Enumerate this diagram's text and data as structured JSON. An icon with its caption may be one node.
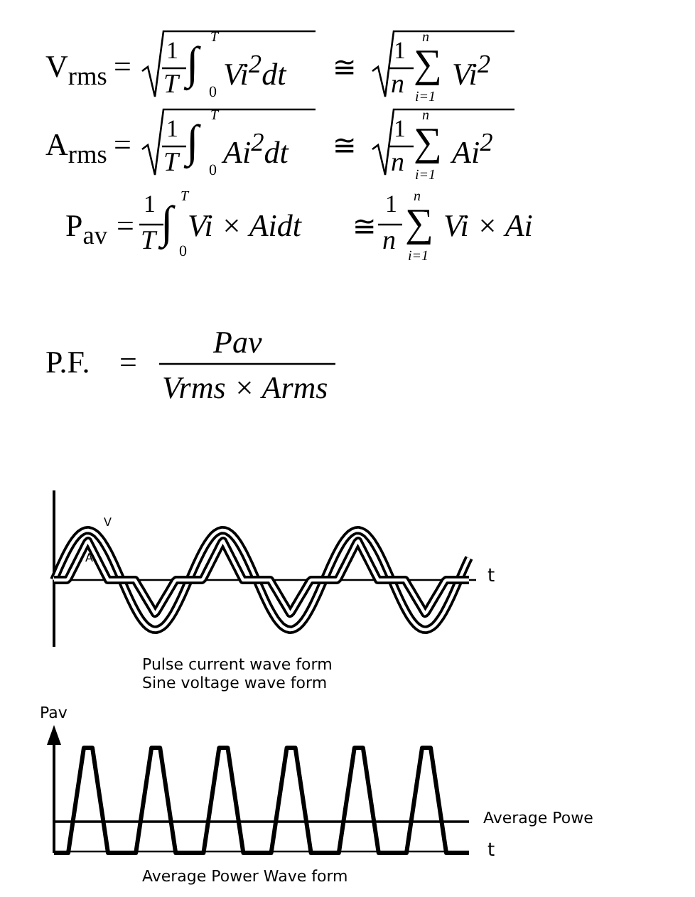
{
  "diagram": {
    "labels": [
      "V$_{rms}$",
      "=",
      "1",
      "T",
      "∫",
      "T",
      "0",
      "Vi$^{2}$dt",
      "≅",
      "1",
      "n",
      "∑",
      "n",
      "i=1",
      "Vi$^{2}$",
      "A$_{rms}$",
      "=",
      "1",
      "T",
      "∫",
      "T",
      "0",
      "Ai$^{2}$dt",
      "≅",
      "1",
      "n",
      "∑",
      "n",
      "i=1",
      "Ai$^{2}$",
      "P$_{av}$",
      "=",
      "1",
      "T",
      "∫",
      "T",
      "0",
      "Vi × Aidt",
      "≅",
      "1",
      "n",
      "∑",
      "n",
      "i=1",
      "Vi × Ai",
      "P.F.",
      "=",
      "Pav",
      "Vrms × Arms",
      "V",
      "A",
      "t",
      "Pulse current wave form",
      "Sine voltage wave form",
      "Pav",
      "Average Powe",
      "t",
      "Average Power Wave form"
    ]
  }
}
